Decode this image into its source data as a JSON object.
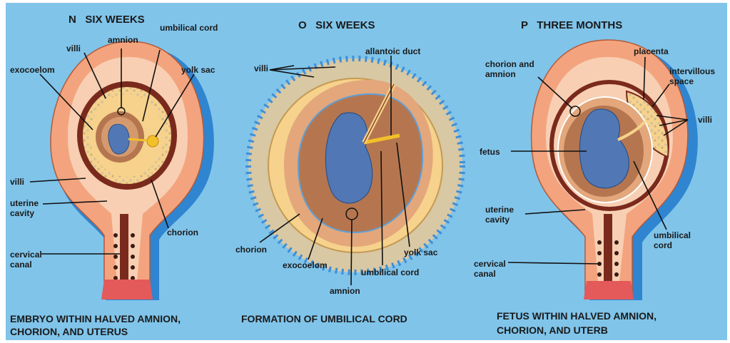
{
  "panels": [
    {
      "title": "N   SIX WEEKS",
      "caption_lines": [
        "EMBRYO WITHIN HALVED AMNION,",
        "CHORION, AND UTERUS"
      ],
      "labels": {
        "amnion": "amnion",
        "villi_top": "villi",
        "umbilical_cord": "umbilical cord",
        "exocoelom": "exocoelom",
        "yolk_sac": "yolk sac",
        "villi_bottom": "villi",
        "uterine_cavity_1": "uterine",
        "uterine_cavity_2": "cavity",
        "chorion": "chorion",
        "cervical_canal_1": "cervical",
        "cervical_canal_2": "canal"
      }
    },
    {
      "title": "O   SIX WEEKS",
      "caption_lines": [
        "FORMATION OF UMBILICAL CORD"
      ],
      "labels": {
        "allantoic_duct": "allantoic duct",
        "villi": "villi",
        "chorion": "chorion",
        "exocoelom": "exocoelom",
        "amnion": "amnion",
        "umbilical_cord": "umbilical cord",
        "yolk_sac": "yolk sac"
      }
    },
    {
      "title": "P   THREE MONTHS",
      "caption_lines": [
        "FETUS WITHIN HALVED AMNION,",
        "CHORION, AND UTERB"
      ],
      "labels": {
        "chorion_amnion_1": "chorion and",
        "chorion_amnion_2": "amnion",
        "placenta": "placenta",
        "intervillous_1": "intervillous",
        "intervillous_2": "space",
        "villi": "villi",
        "fetus": "fetus",
        "uterine_cavity_1": "uterine",
        "uterine_cavity_2": "cavity",
        "umbilical_cord_1": "umbilical",
        "umbilical_cord_2": "cord",
        "cervical_canal_1": "cervical",
        "cervical_canal_2": "canal"
      }
    }
  ],
  "colors": {
    "background": "#80c4ea",
    "uterus_outer": "#f3a47e",
    "uterus_inner": "#f8cfb3",
    "decidua": "#7a2a1c",
    "chorion_sac": "#f6d28c",
    "amnion_cavity": "#b5764f",
    "embryo": "#5178b5",
    "villi": "#d8c8a4",
    "villi_blue": "#3f8fd6",
    "yolk": "#f2c02a",
    "cervix_floor": "#e4595a"
  }
}
